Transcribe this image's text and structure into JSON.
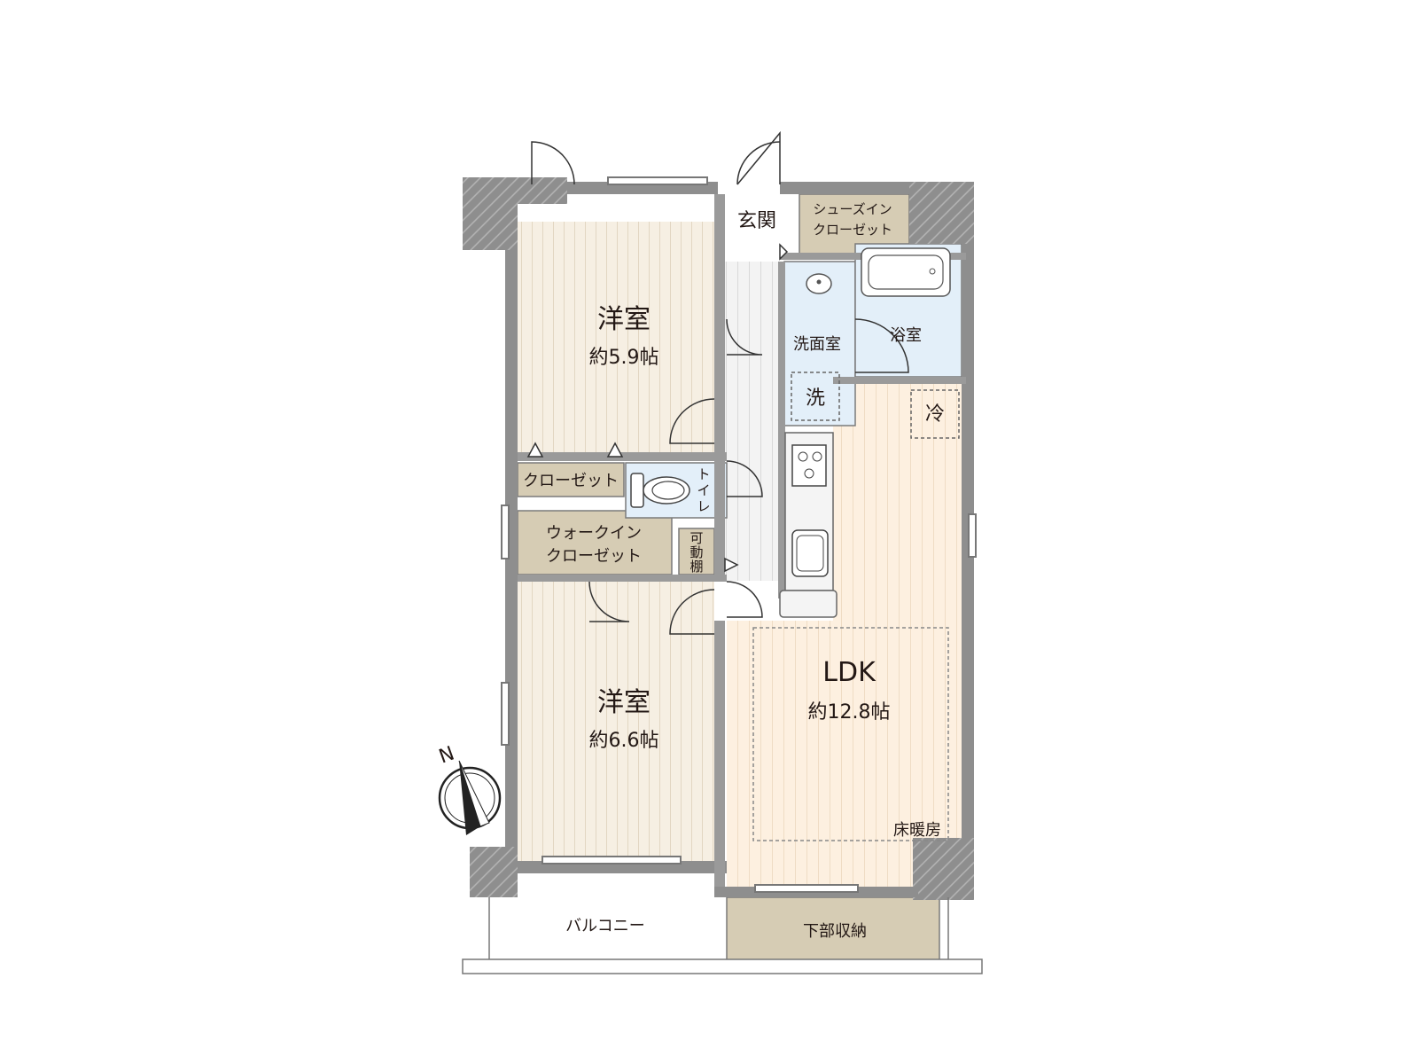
{
  "floor_plan": {
    "rooms": {
      "western_room_1": {
        "name": "洋室",
        "size": "約5.9帖"
      },
      "western_room_2": {
        "name": "洋室",
        "size": "約6.6帖"
      },
      "ldk": {
        "name": "LDK",
        "size": "約12.8帖",
        "floor_heating": "床暖房"
      },
      "entrance": "玄関",
      "shoes_in_closet": [
        "シューズイン",
        "クローゼット"
      ],
      "washroom": "洗面室",
      "washer": "洗",
      "bathroom": "浴室",
      "fridge": "冷",
      "toilet": [
        "ト",
        "イ",
        "レ"
      ],
      "closet": "クローゼット",
      "walk_in_closet": [
        "ウォークイン",
        "クローゼット"
      ],
      "movable_shelf": [
        "可",
        "動",
        "棚"
      ],
      "balcony": "バルコニー",
      "under_storage": "下部収納"
    },
    "compass": {
      "north_label": "N"
    },
    "colors": {
      "wall": "#8c8c8c",
      "western_floor": "#f5efe4",
      "ldk_floor": "#fdf1e3",
      "storage": "#d8ceb6",
      "wet_area": "#e4f0fa",
      "hallway": "#f1f1f1"
    }
  }
}
